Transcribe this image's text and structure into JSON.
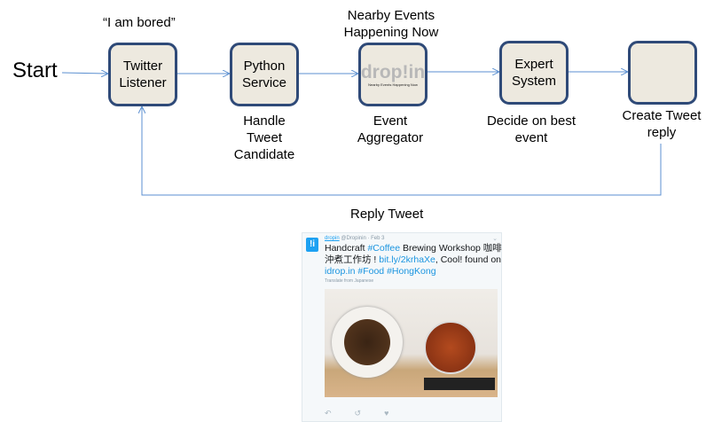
{
  "start_label": "Start",
  "quote": "“I am bored”",
  "nodes": [
    {
      "label": "Twitter Listener",
      "caption": ""
    },
    {
      "label": "Python Service",
      "caption": "Handle Tweet Candidate"
    },
    {
      "label": "",
      "caption_top": "Nearby Events Happening Now",
      "caption": "Event Aggregator",
      "logo": "drop!in",
      "logo_tagline": "Nearby Events Happening Now"
    },
    {
      "label": "Expert System",
      "caption": "Decide on best event"
    },
    {
      "label": "",
      "caption": "Create Tweet reply"
    }
  ],
  "loop_label": "Reply Tweet",
  "tweet": {
    "user": "dropin",
    "handle": "@Dropinin · Feb 3",
    "text_parts": [
      "Handcraft ",
      "#Coffee",
      " Brewing Workshop 咖啡沖煮工作坊 ! ",
      "bit.ly/2krhaXe",
      ", Cool! found on ",
      "idrop.in",
      " ",
      "#Food",
      "  ",
      "#HongKong"
    ],
    "translate": "Translate from Japanese",
    "avatar_text": "!i",
    "icons": [
      "reply-icon",
      "retweet-icon",
      "like-icon"
    ]
  },
  "colors": {
    "box_border": "#2f4a78",
    "box_fill": "#ede9df",
    "arrow": "#5b8fd0",
    "link": "#1b95e0"
  }
}
